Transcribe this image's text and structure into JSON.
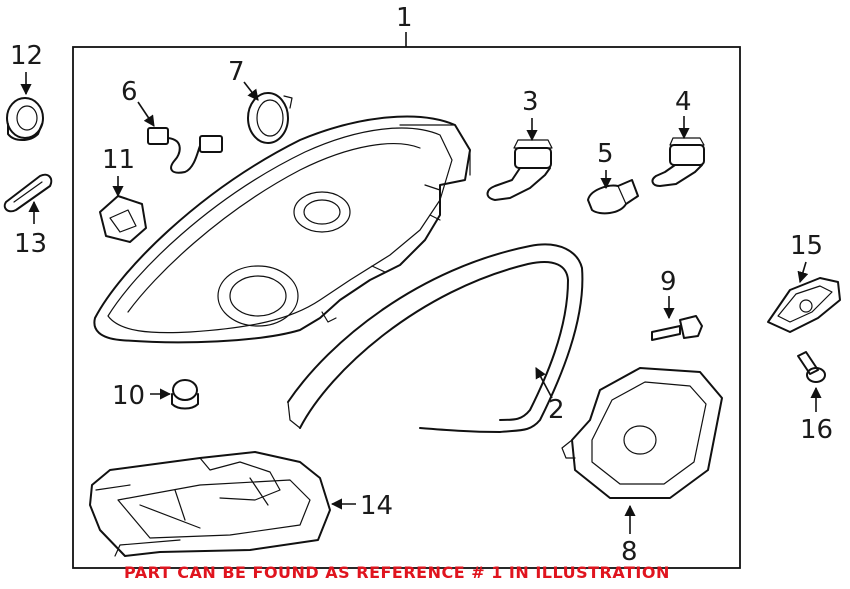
{
  "callouts": {
    "c1": "1",
    "c2": "2",
    "c3": "3",
    "c4": "4",
    "c5": "5",
    "c6": "6",
    "c7": "7",
    "c8": "8",
    "c9": "9",
    "c10": "10",
    "c11": "11",
    "c12": "12",
    "c13": "13",
    "c14": "14",
    "c15": "15",
    "c16": "16"
  },
  "note": "PART CAN BE FOUND AS REFERENCE # 1 IN ILLUSTRATION",
  "colors": {
    "note": "#e0141e",
    "line": "#111111"
  }
}
